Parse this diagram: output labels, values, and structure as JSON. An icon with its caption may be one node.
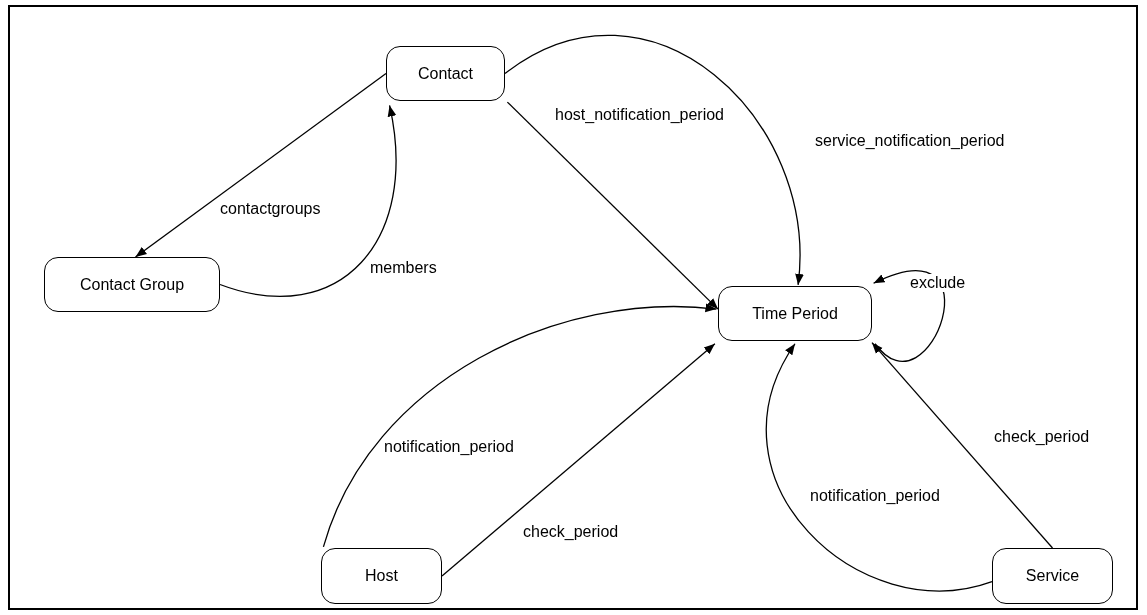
{
  "diagram": {
    "nodes": [
      {
        "text": [
          "Contact"
        ]
      },
      {
        "text": [
          "Contact Group"
        ]
      },
      {
        "text": [
          "Time Period"
        ]
      },
      {
        "text": [
          "Host"
        ]
      },
      {
        "text": [
          "Service"
        ]
      }
    ],
    "edges": [
      {
        "from": 0,
        "to": 1,
        "arrow": "to",
        "label": "contactgroups"
      },
      {
        "from": 1,
        "to": 0,
        "arrow": "to",
        "label": "members"
      },
      {
        "from": 0,
        "to": 2,
        "arrow": "to",
        "label": "host_notification_period"
      },
      {
        "from": 0,
        "to": 2,
        "arrow": "to",
        "label": "service_notification_period"
      },
      {
        "from": 2,
        "to": 2,
        "arrow": "to",
        "label": "exclude"
      },
      {
        "from": 3,
        "to": 2,
        "arrow": "to",
        "label": "notification_period"
      },
      {
        "from": 3,
        "to": 2,
        "arrow": "to",
        "label": "check_period"
      },
      {
        "from": 4,
        "to": 2,
        "arrow": "to",
        "label": "notification_period"
      },
      {
        "from": 4,
        "to": 2,
        "arrow": "to",
        "label": "check_period"
      }
    ]
  }
}
